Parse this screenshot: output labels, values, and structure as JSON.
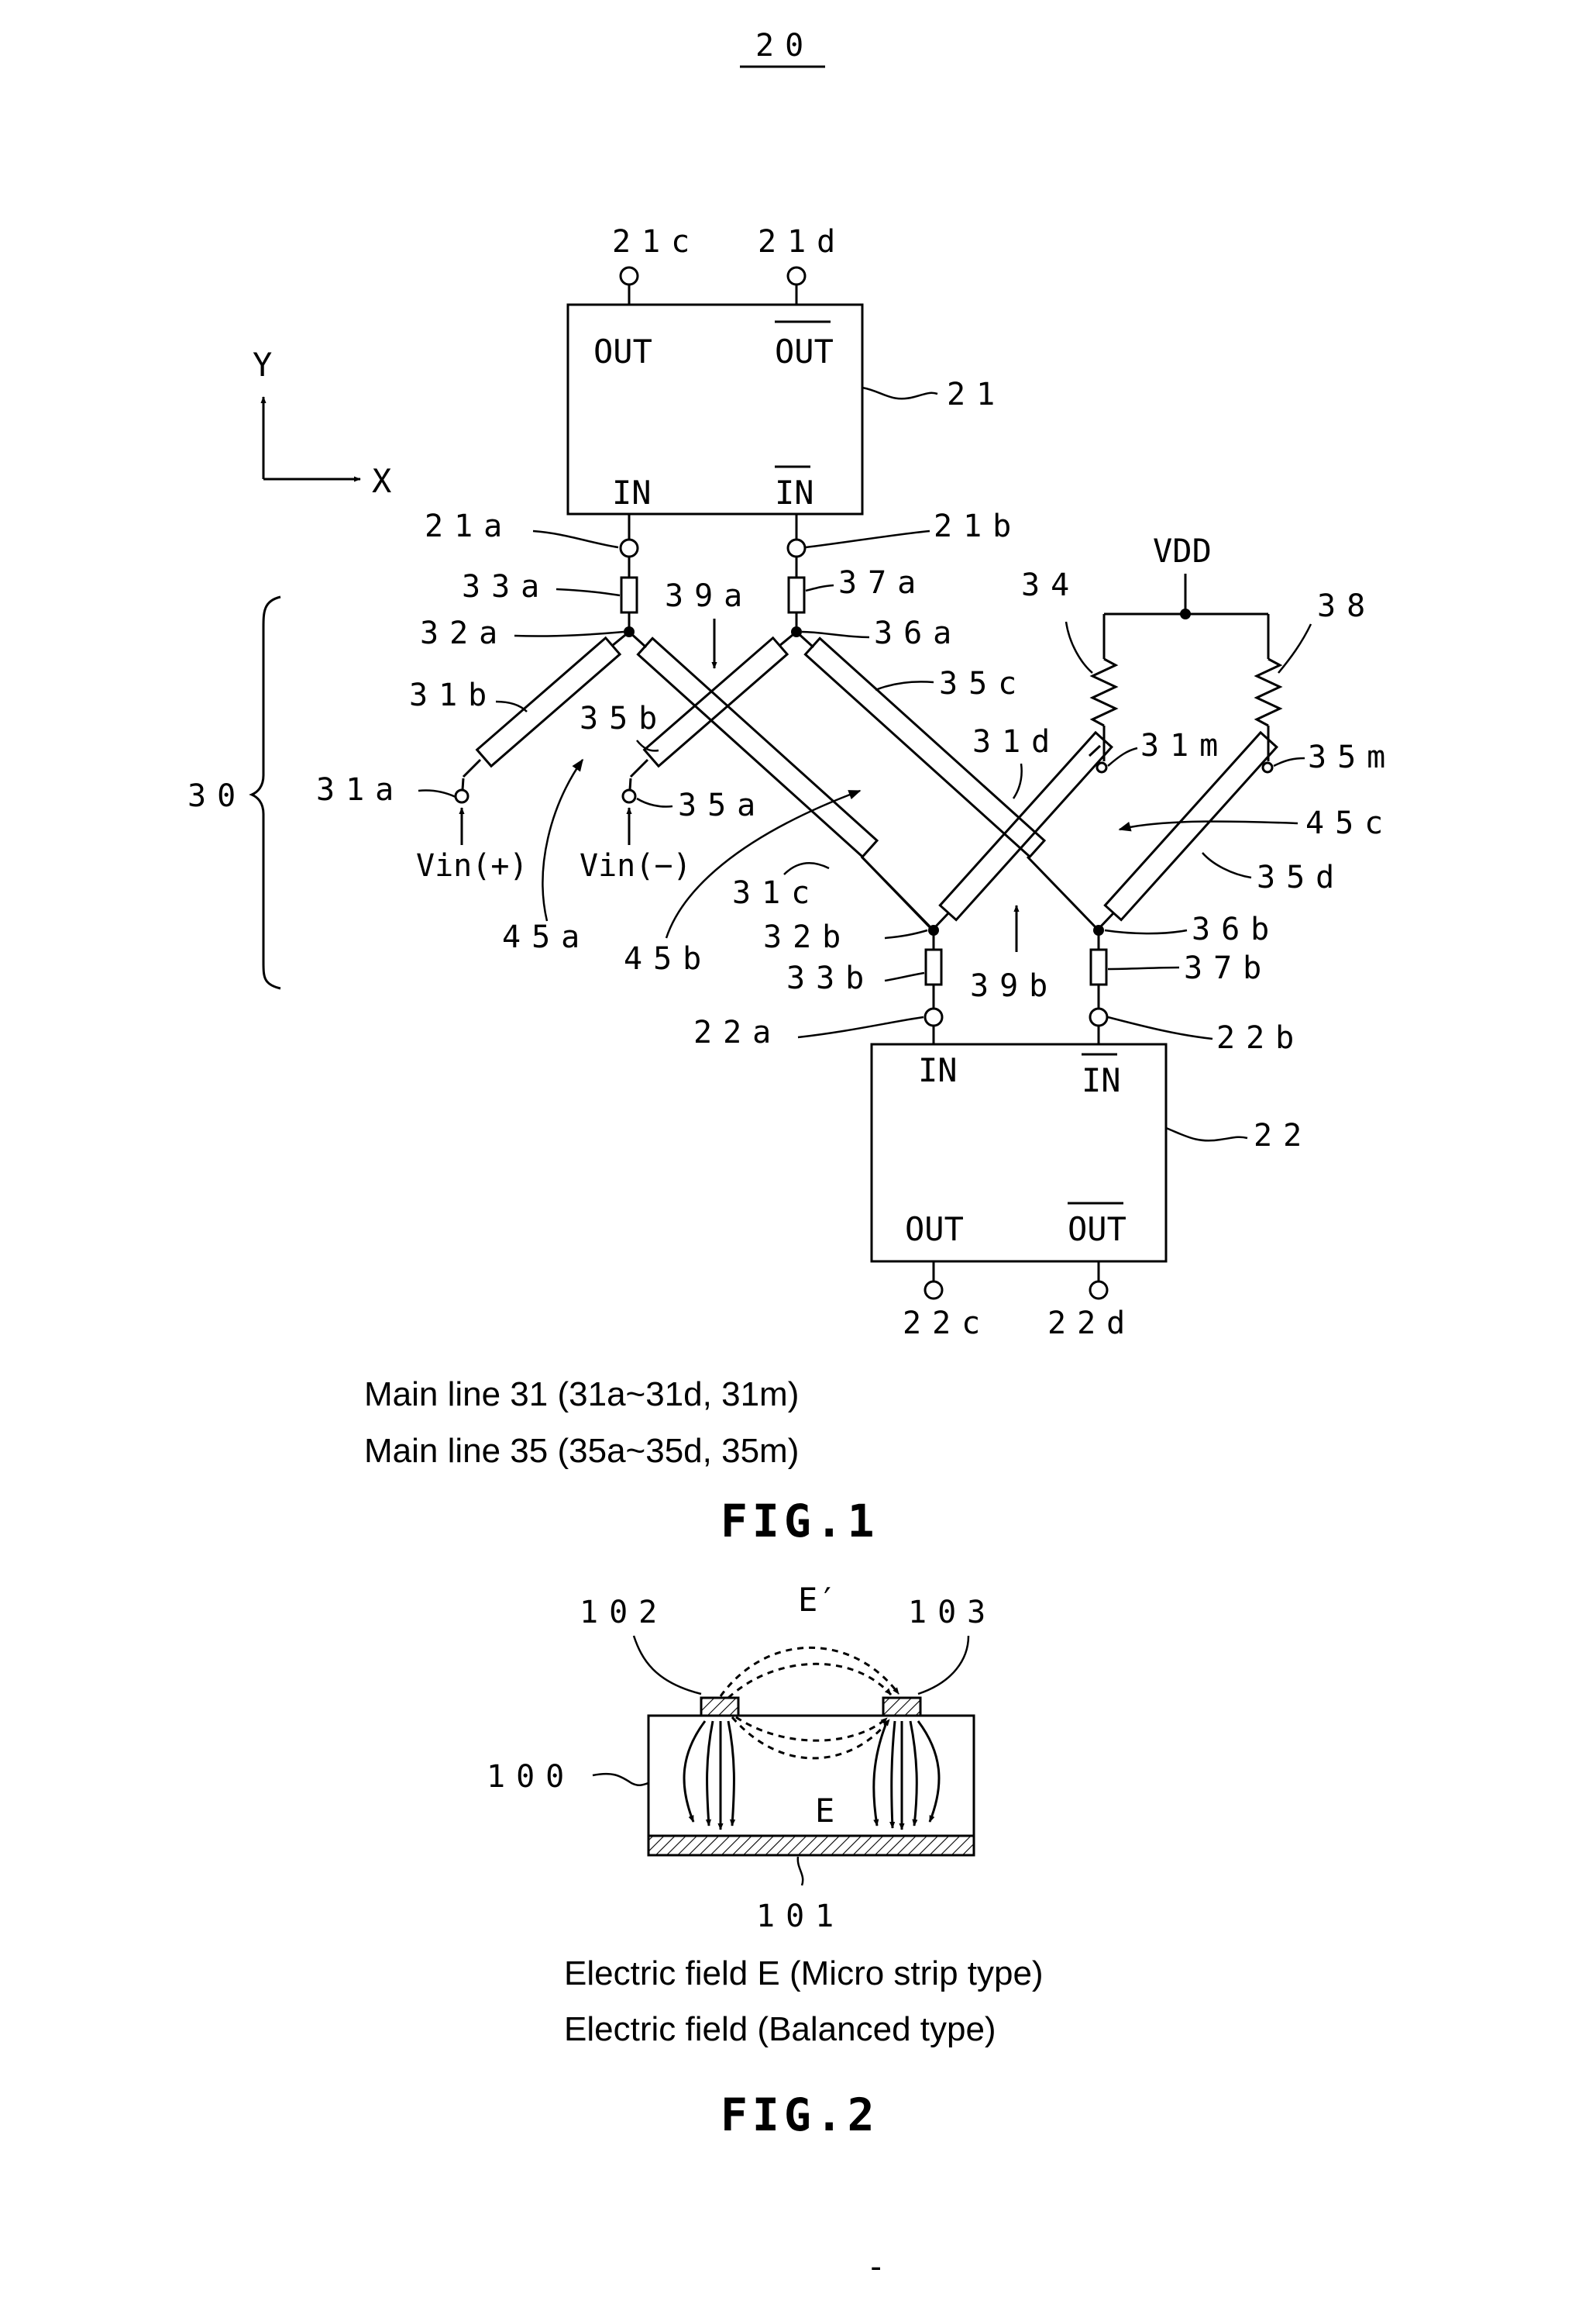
{
  "page": {
    "number": "20"
  },
  "fig1": {
    "caption": "FIG.1",
    "axes": {
      "y": "Y",
      "x": "X"
    },
    "block21": {
      "ref": "21",
      "out": "OUT",
      "out_bar": "OUT",
      "in": "IN",
      "in_bar": "IN"
    },
    "block22": {
      "ref": "22",
      "out": "OUT",
      "out_bar": "OUT",
      "in": "IN",
      "in_bar": "IN"
    },
    "labels": {
      "t21c": "21c",
      "t21d": "21d",
      "t21a": "21a",
      "t21b": "21b",
      "t22a": "22a",
      "t22b": "22b",
      "t22c": "22c",
      "t22d": "22d",
      "r33a": "33a",
      "r37a": "37a",
      "r33b": "33b",
      "r37b": "37b",
      "n32a": "32a",
      "n36a": "36a",
      "n32b": "32b",
      "n36b": "36b",
      "c39a": "39a",
      "c39b": "39b",
      "l31a": "31a",
      "l31b": "31b",
      "l31c": "31c",
      "l31d": "31d",
      "l31m": "31m",
      "l35a": "35a",
      "l35b": "35b",
      "l35c": "35c",
      "l35d": "35d",
      "l35m": "35m",
      "r34": "34",
      "r38": "38",
      "vdd": "VDD",
      "g30": "30",
      "a45a": "45a",
      "a45b": "45b",
      "a45c": "45c",
      "vin_p": "Vin(+)",
      "vin_n": "Vin(−)"
    },
    "notes": [
      "Main line 31 (31a~31d, 31m)",
      "Main line 35 (35a~35d, 35m)"
    ]
  },
  "fig2": {
    "caption": "FIG.2",
    "labels": {
      "s102": "102",
      "s103": "103",
      "e_prime": "E′",
      "sub100": "100",
      "gnd101": "101",
      "field_e": "E"
    },
    "notes": [
      "Electric field E (Micro strip type)",
      "Electric field (Balanced type)"
    ]
  },
  "footer_mark": "-"
}
